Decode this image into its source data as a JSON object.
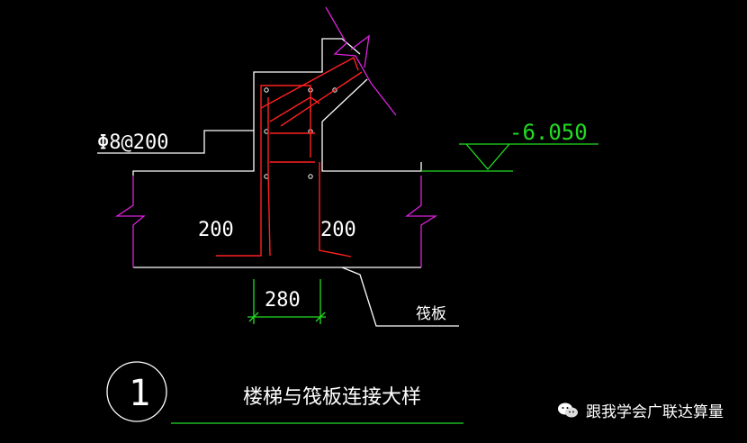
{
  "drawing": {
    "rebar_spec": "Φ8@200",
    "elevation": "-6.050",
    "left_anchorage": "200",
    "right_anchorage": "200",
    "beam_width": "280",
    "raft_label": "筏板",
    "detail_number": "1",
    "detail_title": "楼梯与筏板连接大样"
  },
  "watermark": {
    "text": "跟我学会广联达算量",
    "icon": "wechat-icon"
  },
  "colors": {
    "background": "#000000",
    "outline": "#ffffff",
    "rebar": "#ff2020",
    "dimension": "#22dd22",
    "break_line": "#dd22dd"
  }
}
